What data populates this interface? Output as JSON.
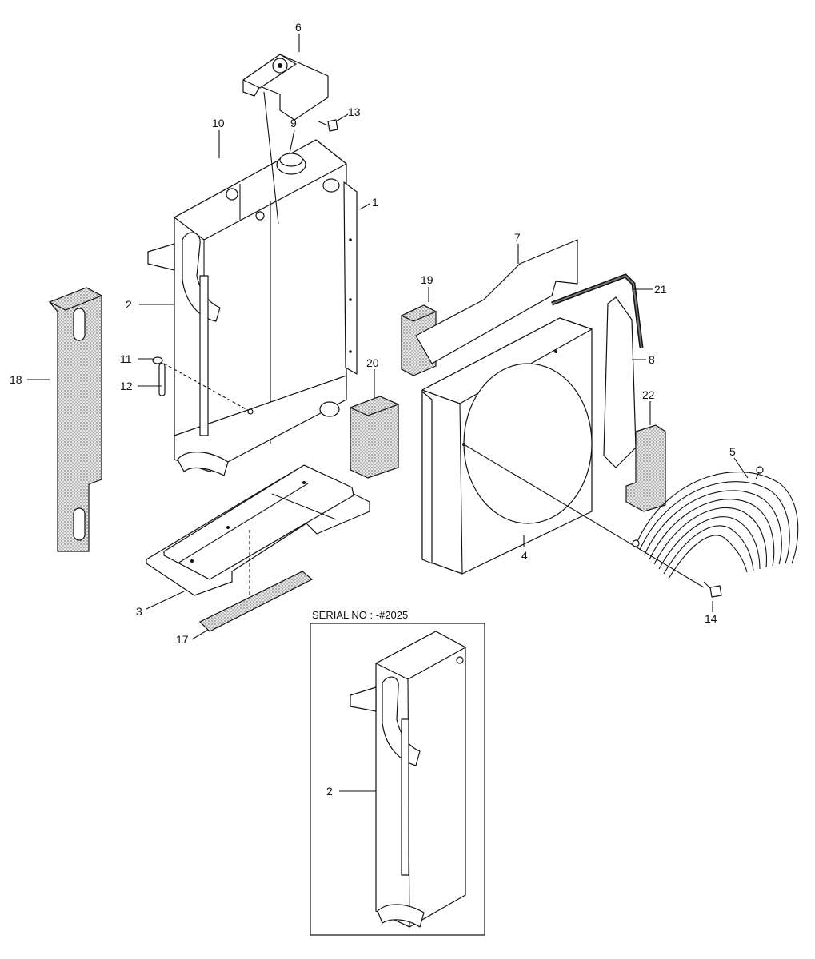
{
  "diagram": {
    "callouts": [
      {
        "id": "c1",
        "text": "1"
      },
      {
        "id": "c2",
        "text": "2"
      },
      {
        "id": "c3",
        "text": "3"
      },
      {
        "id": "c4",
        "text": "4"
      },
      {
        "id": "c5",
        "text": "5"
      },
      {
        "id": "c6",
        "text": "6"
      },
      {
        "id": "c7",
        "text": "7"
      },
      {
        "id": "c8",
        "text": "8"
      },
      {
        "id": "c9",
        "text": "9"
      },
      {
        "id": "c10",
        "text": "10"
      },
      {
        "id": "c11",
        "text": "11"
      },
      {
        "id": "c12",
        "text": "12"
      },
      {
        "id": "c13",
        "text": "13"
      },
      {
        "id": "c14",
        "text": "14"
      },
      {
        "id": "c17",
        "text": "17"
      },
      {
        "id": "c18",
        "text": "18"
      },
      {
        "id": "c19",
        "text": "19"
      },
      {
        "id": "c20",
        "text": "20"
      },
      {
        "id": "c21",
        "text": "21"
      },
      {
        "id": "c22",
        "text": "22"
      },
      {
        "id": "c2b",
        "text": "2"
      }
    ],
    "inset": {
      "serial_label": "SERIAL NO : -#2025"
    }
  }
}
